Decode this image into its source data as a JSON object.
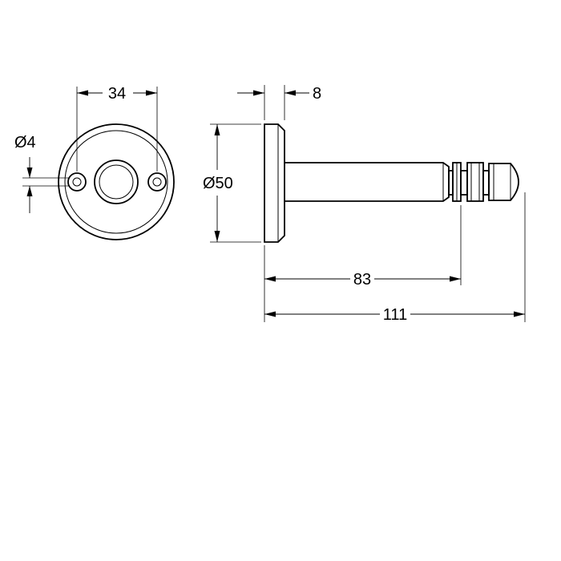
{
  "dimensions": {
    "hole_spacing": "34",
    "hole_diameter": "Ø4",
    "plate_thickness": "8",
    "plate_diameter": "Ø50",
    "hook_length_inner": "83",
    "total_length": "111"
  }
}
